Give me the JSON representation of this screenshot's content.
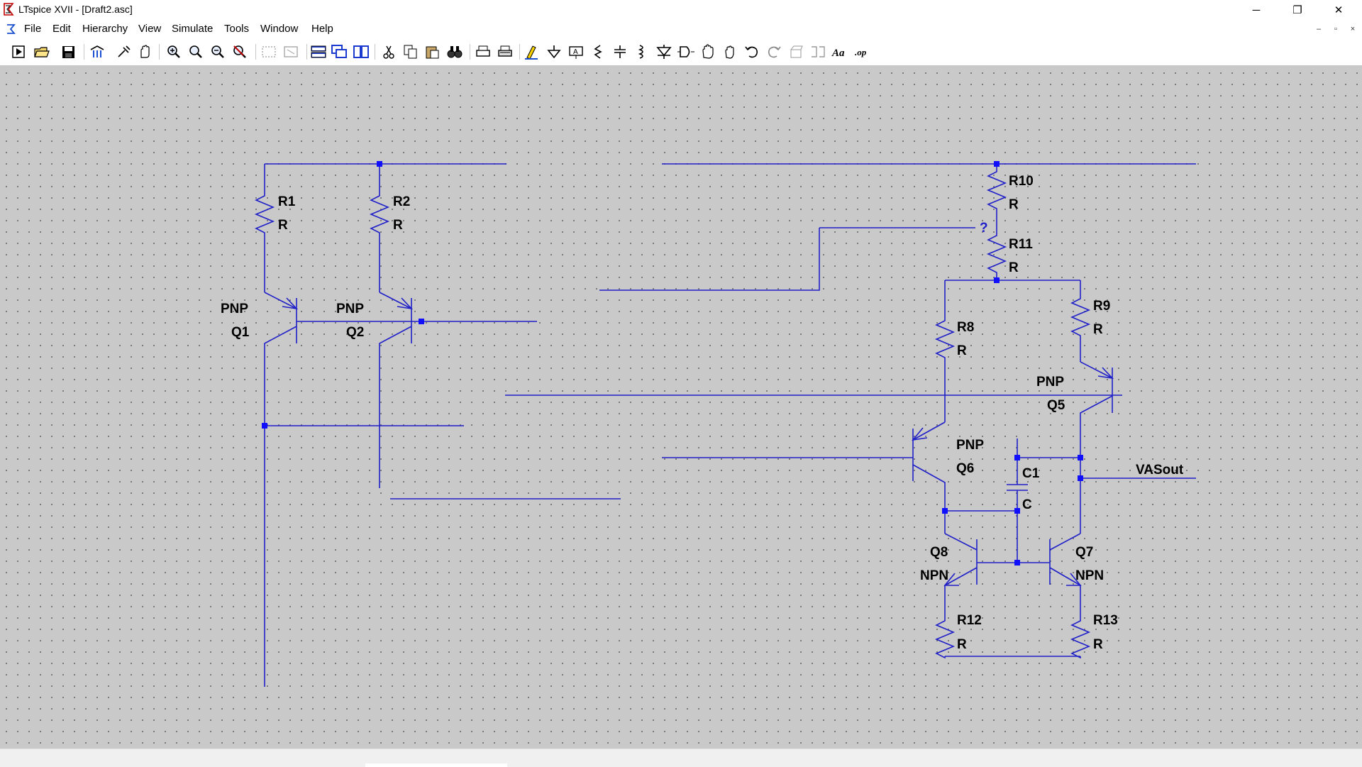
{
  "window": {
    "title": "LTspice XVII - [Draft2.asc]",
    "minimize_glyph": "─",
    "maximize_glyph": "❐",
    "close_glyph": "✕"
  },
  "menu": {
    "items": [
      {
        "label": "File"
      },
      {
        "label": "Edit"
      },
      {
        "label": "Hierarchy"
      },
      {
        "label": "View"
      },
      {
        "label": "Simulate"
      },
      {
        "label": "Tools"
      },
      {
        "label": "Window"
      },
      {
        "label": "Help"
      }
    ],
    "mdi_minimize": "–",
    "mdi_restore": "▫",
    "mdi_close": "×"
  },
  "toolbar": {
    "buttons": [
      "run-icon",
      "open-icon",
      "save-icon",
      "control-panel-icon",
      "probe-icon",
      "pan-hand-icon",
      "zoom-in-icon",
      "zoom-extents-icon",
      "zoom-out-icon",
      "zoom-cancel-icon",
      "autorange-icon",
      "zoom-to-fit-icon",
      "tile-horizontal-icon",
      "cascade-icon",
      "tile-vertical-icon",
      "cut-icon",
      "copy-icon",
      "paste-icon",
      "find-icon",
      "print-icon",
      "print-setup-icon",
      "draw-wire-icon",
      "ground-icon",
      "label-net-icon",
      "resistor-icon",
      "capacitor-icon",
      "inductor-icon",
      "diode-icon",
      "component-icon",
      "move-icon",
      "drag-icon",
      "undo-icon",
      "redo-icon",
      "rotate-icon",
      "mirror-icon",
      "text-icon",
      "spice-directive-icon"
    ]
  },
  "schematic": {
    "components": {
      "R1": {
        "name": "R1",
        "value": "R"
      },
      "R2": {
        "name": "R2",
        "value": "R"
      },
      "R8": {
        "name": "R8",
        "value": "R"
      },
      "R9": {
        "name": "R9",
        "value": "R"
      },
      "R10": {
        "name": "R10",
        "value": "R"
      },
      "R11": {
        "name": "R11",
        "value": "R"
      },
      "R12": {
        "name": "R12",
        "value": "R"
      },
      "R13": {
        "name": "R13",
        "value": "R"
      },
      "C1": {
        "name": "C1",
        "value": "C"
      },
      "Q1": {
        "name": "Q1",
        "type": "PNP"
      },
      "Q2": {
        "name": "Q2",
        "type": "PNP"
      },
      "Q5": {
        "name": "Q5",
        "type": "PNP"
      },
      "Q6": {
        "name": "Q6",
        "type": "PNP"
      },
      "Q7": {
        "name": "Q7",
        "type": "NPN"
      },
      "Q8": {
        "name": "Q8",
        "type": "NPN"
      }
    },
    "net_labels": {
      "vas_out": "VASout"
    },
    "unknown_marker": "?",
    "colors": {
      "wire": "#2020c8",
      "junction": "#1010ff",
      "background": "#c9c9c9"
    }
  }
}
